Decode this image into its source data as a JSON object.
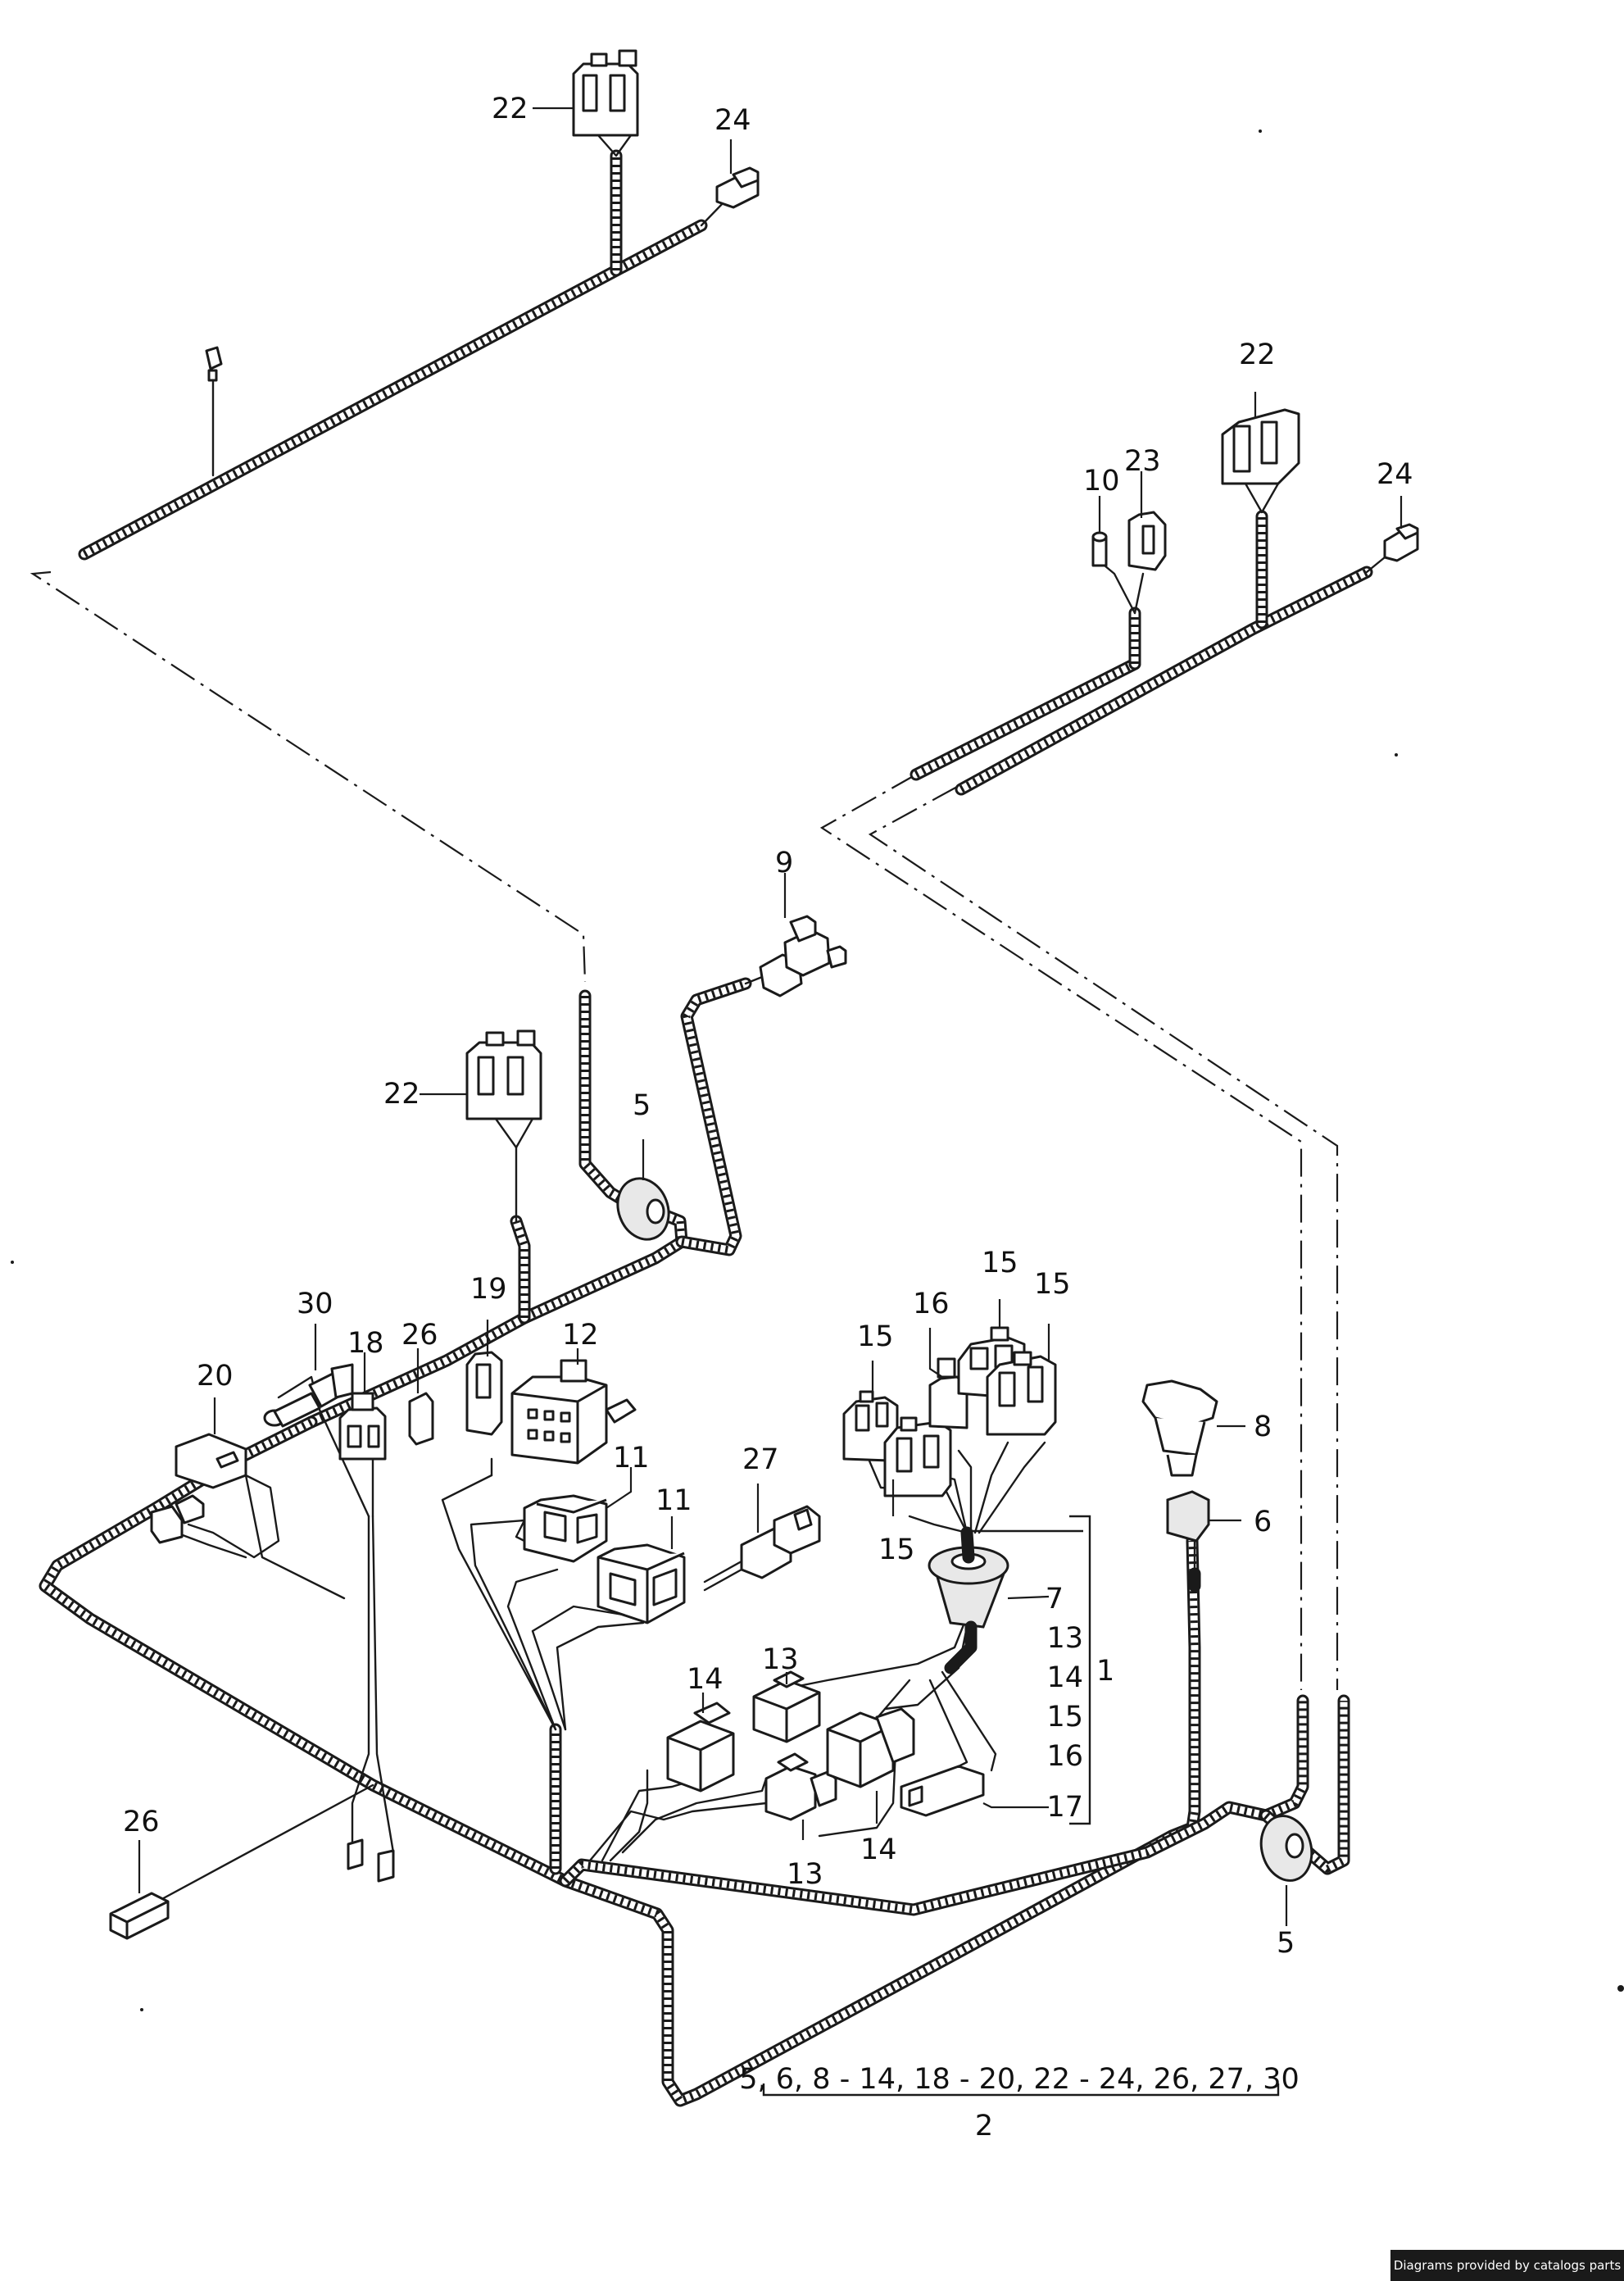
{
  "diagram": {
    "callouts": [
      {
        "id": "upper-left-22",
        "label": "22"
      },
      {
        "id": "upper-left-24",
        "label": "24"
      },
      {
        "id": "upper-right-22",
        "label": "22"
      },
      {
        "id": "upper-right-23",
        "label": "23"
      },
      {
        "id": "upper-right-10",
        "label": "10"
      },
      {
        "id": "upper-right-24",
        "label": "24"
      },
      {
        "id": "connector-9",
        "label": "9"
      },
      {
        "id": "grommet-5-center",
        "label": "5"
      },
      {
        "id": "mid-22",
        "label": "22"
      },
      {
        "id": "part-30",
        "label": "30"
      },
      {
        "id": "part-19",
        "label": "19"
      },
      {
        "id": "part-18",
        "label": "18"
      },
      {
        "id": "part-26-upper",
        "label": "26"
      },
      {
        "id": "part-12",
        "label": "12"
      },
      {
        "id": "part-20",
        "label": "20"
      },
      {
        "id": "part-11-upper",
        "label": "11"
      },
      {
        "id": "part-11-lower",
        "label": "11"
      },
      {
        "id": "part-27",
        "label": "27"
      },
      {
        "id": "part-16",
        "label": "16"
      },
      {
        "id": "part-15-top",
        "label": "15"
      },
      {
        "id": "part-15-right",
        "label": "15"
      },
      {
        "id": "part-15-left",
        "label": "15"
      },
      {
        "id": "part-15-lower",
        "label": "15"
      },
      {
        "id": "part-8",
        "label": "8"
      },
      {
        "id": "part-6",
        "label": "6"
      },
      {
        "id": "part-13-upper",
        "label": "13"
      },
      {
        "id": "part-14-upper",
        "label": "14"
      },
      {
        "id": "part-14-lower",
        "label": "14"
      },
      {
        "id": "part-13-lower",
        "label": "13"
      },
      {
        "id": "part-26-lower",
        "label": "26"
      },
      {
        "id": "grommet-5-right",
        "label": "5"
      }
    ],
    "group_1": {
      "items": [
        "7",
        "13",
        "14",
        "15",
        "16",
        "17"
      ],
      "total": "1"
    },
    "group_2": {
      "range": "5, 6, 8 - 14, 18 - 20, 22 - 24, 26, 27, 30",
      "total": "2"
    },
    "credit": "Diagrams provided by catalogs parts"
  }
}
